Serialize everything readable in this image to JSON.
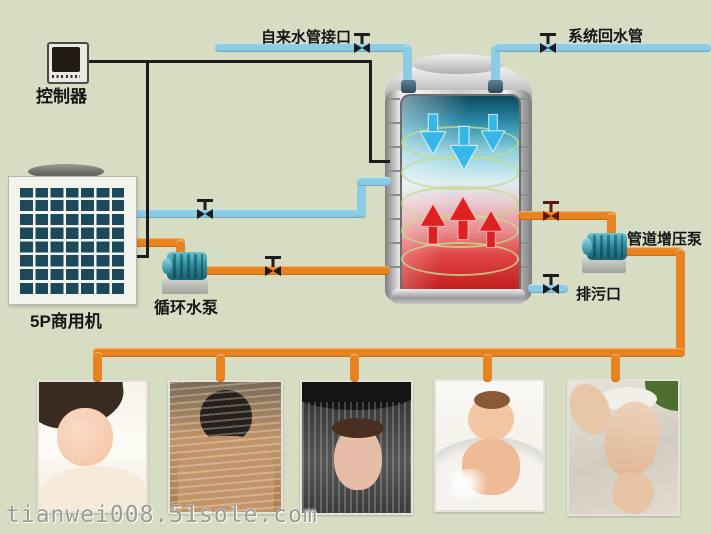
{
  "labels": {
    "controller": "控制器",
    "tap_water_inlet": "自来水管接口",
    "system_return_pipe": "系统回水管",
    "heat_pump_unit": "5P商用机",
    "circulation_pump": "循环水泵",
    "booster_pump": "管道增压泵",
    "drain_outlet": "排污口"
  },
  "watermark": "tianwei008.51sole.com",
  "colors": {
    "background": "#d6ddc2",
    "pipe_cold": "#8ccbe4",
    "pipe_hot": "#e8831f",
    "wire": "#1c1c1c",
    "coil": "#c3dc8e",
    "pump_teal": "#2e8fa0",
    "label_text": "#151515",
    "watermark_text": "#9c9c94",
    "tank_cold_top": "#0d4a5e",
    "tank_hot_bottom": "#c42020",
    "cold_arrow": "#35b8e8",
    "hot_arrow": "#dd2020"
  },
  "photos": [
    {
      "alt": "girl washing with warm water"
    },
    {
      "alt": "man showering"
    },
    {
      "alt": "woman under shower head"
    },
    {
      "alt": "baby bathing in tub"
    },
    {
      "alt": "woman receiving spa facial"
    }
  ]
}
